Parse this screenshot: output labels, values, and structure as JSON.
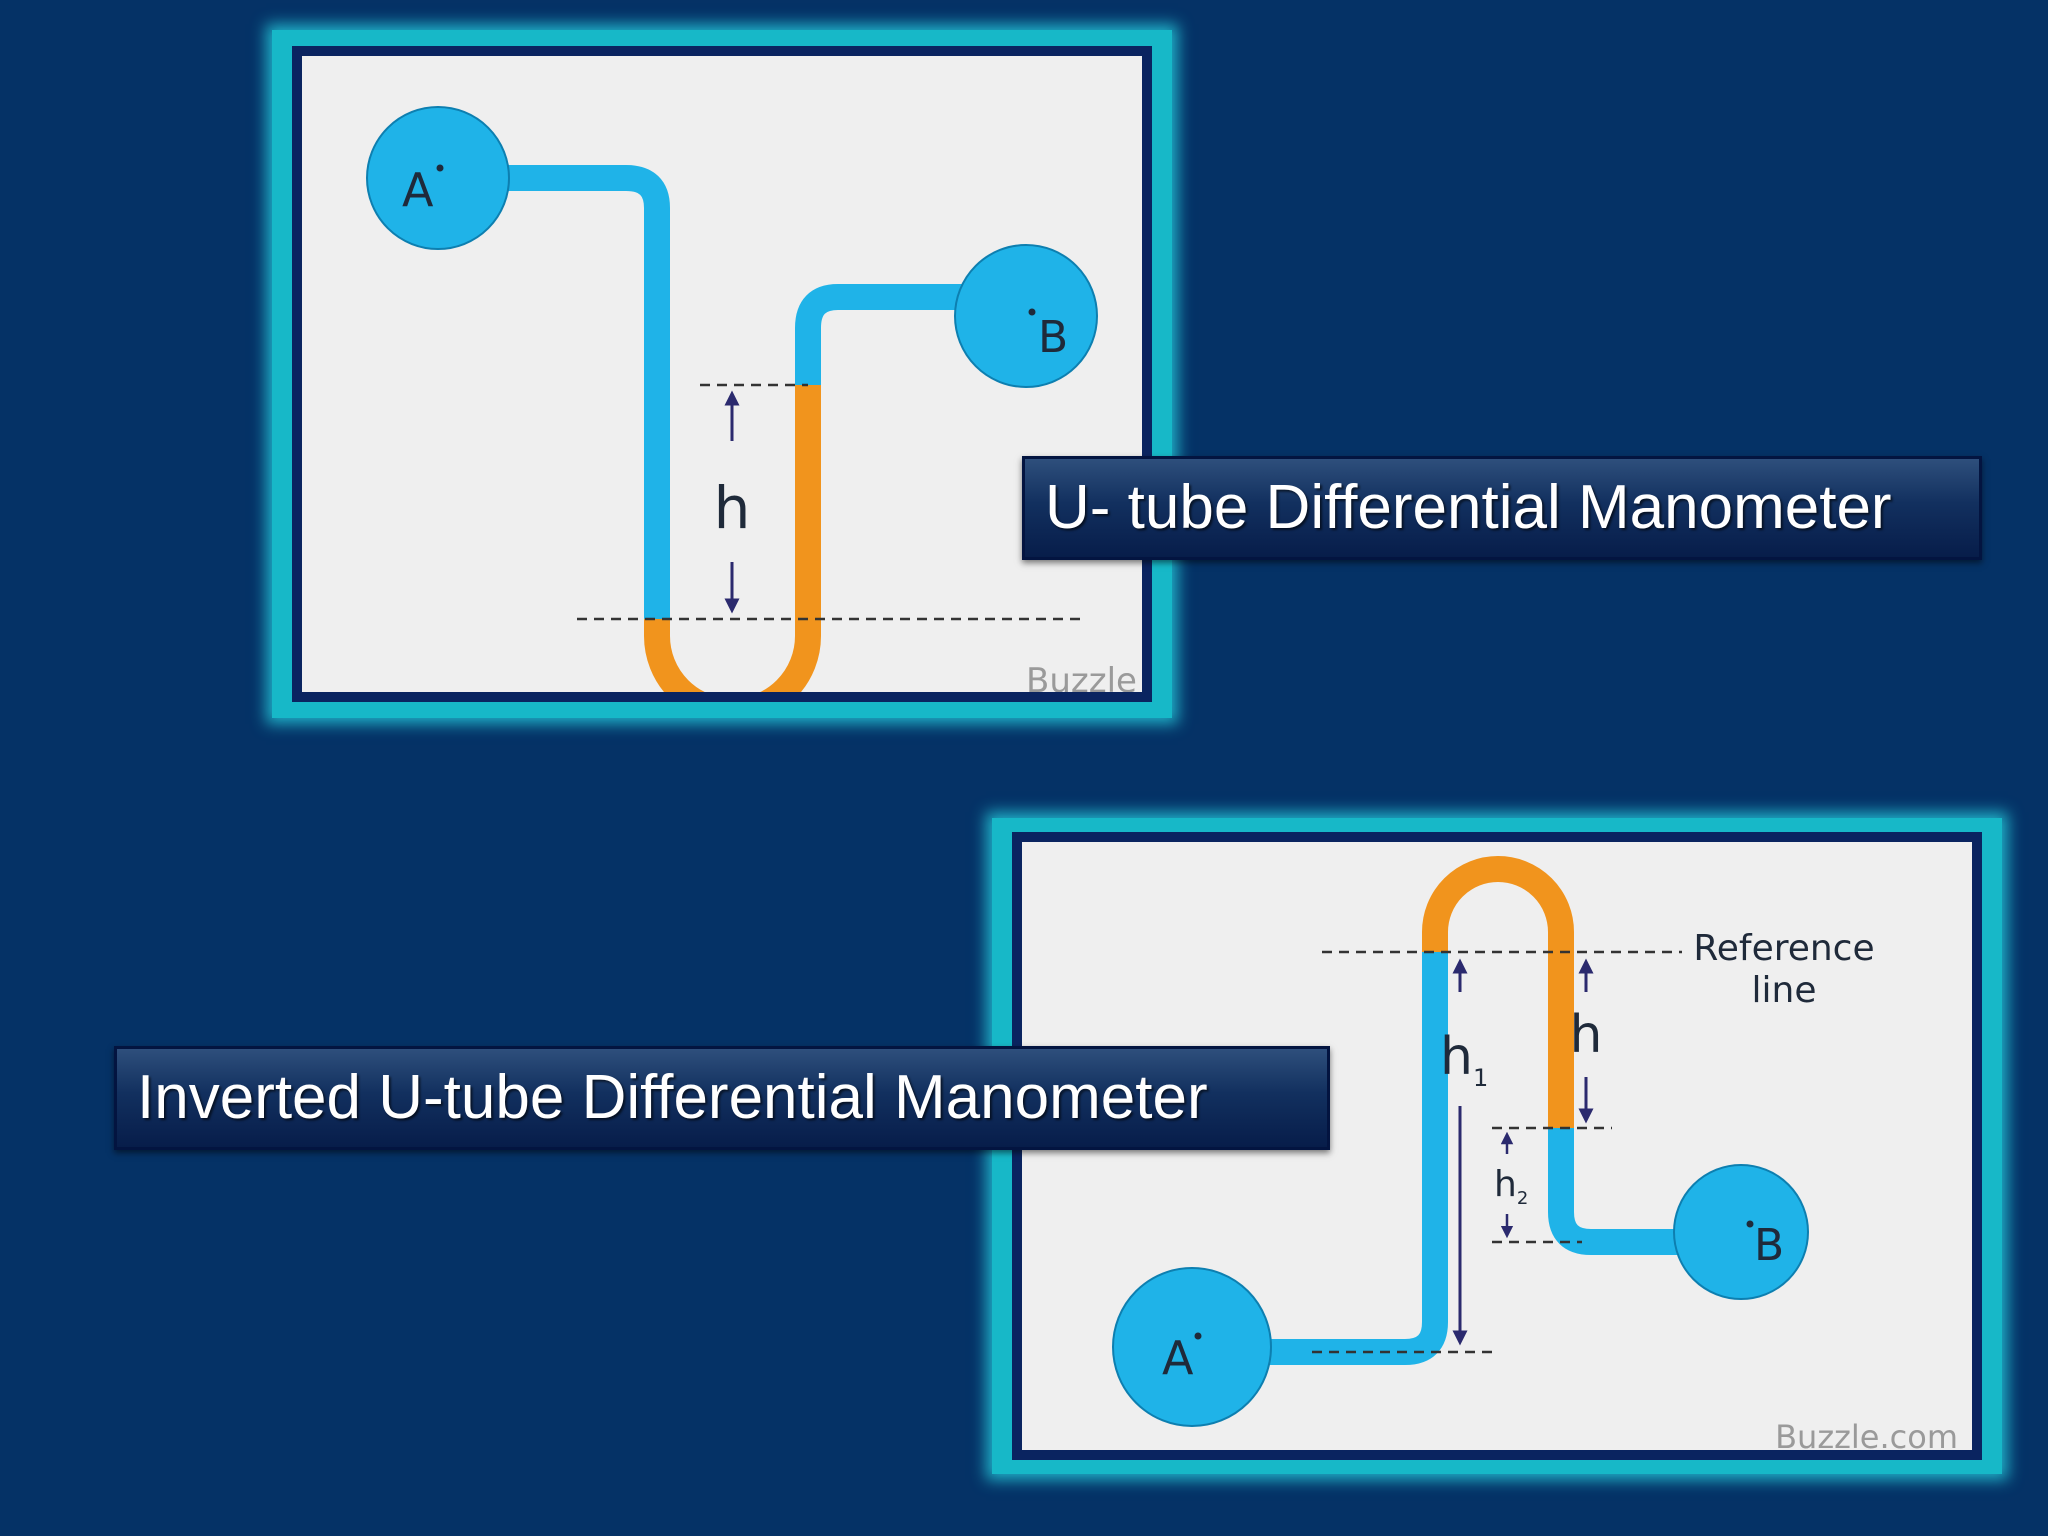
{
  "diagram_top": {
    "vessel_a_label": "A",
    "vessel_b_label": "B",
    "height_label": "h",
    "watermark": "Buzzle"
  },
  "diagram_bottom": {
    "vessel_a_label": "A",
    "vessel_b_label": "B",
    "height_label": "h",
    "h1_label": "h",
    "h1_sub": "1",
    "h2_label": "h",
    "h2_sub": "2",
    "reference_line_1": "Reference",
    "reference_line_2": "line",
    "watermark": "Buzzle.com"
  },
  "captions": {
    "utube": "U- tube Differential Manometer",
    "inverted": "Inverted U-tube Differential Manometer"
  },
  "colors": {
    "background": "#053266",
    "frame": "#17b8c8",
    "pipe_fluid": "#1fb3e8",
    "manometer_fluid": "#f1941d",
    "arrow": "#2b2a6e"
  }
}
